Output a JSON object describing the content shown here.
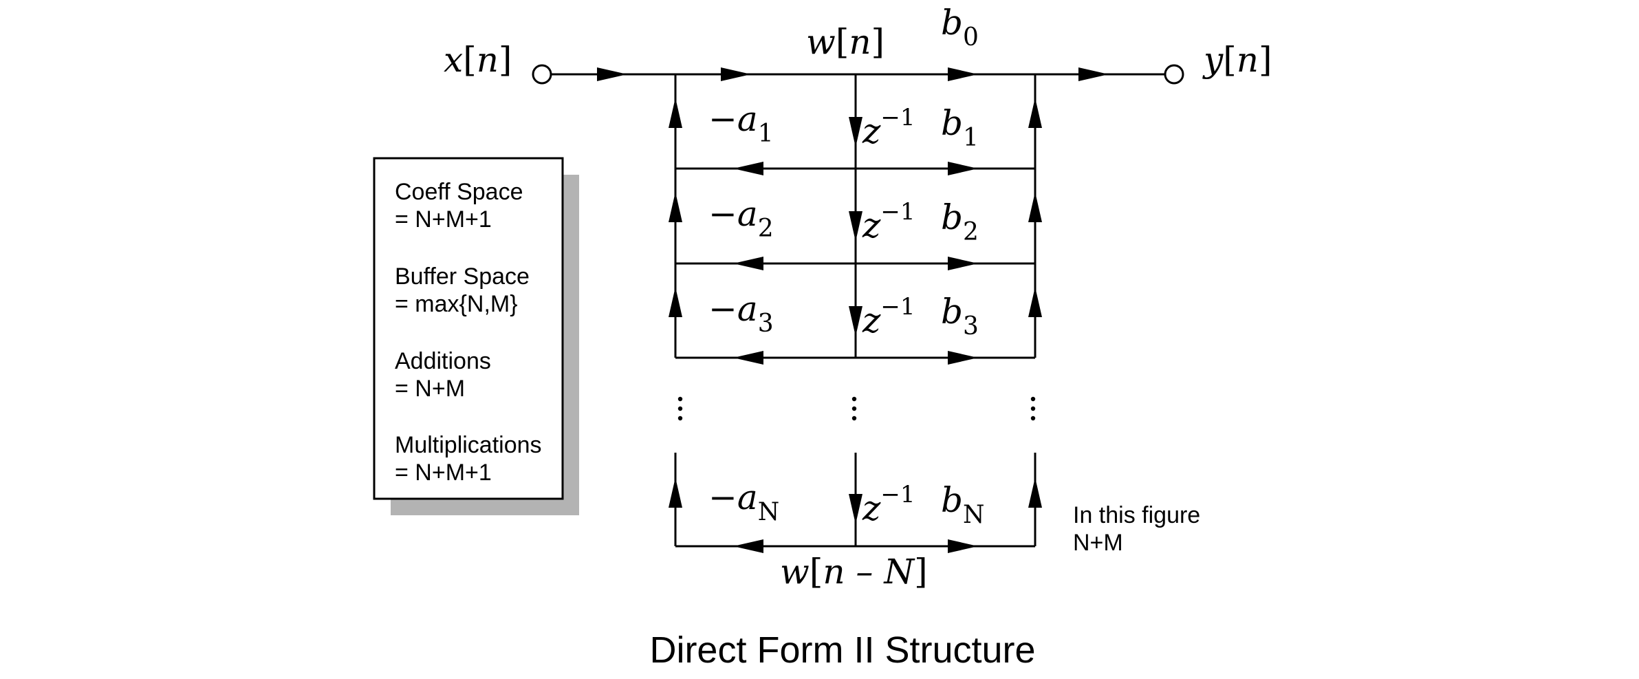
{
  "title": "Direct Form II Structure",
  "signals": {
    "input": {
      "name": "x",
      "arg": "n"
    },
    "output": {
      "name": "y",
      "arg": "n"
    },
    "state_top": {
      "name": "w",
      "arg": "n"
    },
    "state_bottom": {
      "name": "w",
      "arg": "n – N"
    }
  },
  "delay": {
    "base": "z",
    "exponent": "−1"
  },
  "feedback_coeffs": [
    {
      "prefix": "−a",
      "sub": "1"
    },
    {
      "prefix": "−a",
      "sub": "2"
    },
    {
      "prefix": "−a",
      "sub": "3"
    },
    {
      "prefix": "−a",
      "sub": "N"
    }
  ],
  "feedforward_coeffs": [
    {
      "prefix": "b",
      "sub": "0"
    },
    {
      "prefix": "b",
      "sub": "1"
    },
    {
      "prefix": "b",
      "sub": "2"
    },
    {
      "prefix": "b",
      "sub": "3"
    },
    {
      "prefix": "b",
      "sub": "N"
    }
  ],
  "info_box": [
    {
      "label": "Coeff Space",
      "value": "= N+M+1"
    },
    {
      "label": "Buffer Space",
      "value": "= max{N,M}"
    },
    {
      "label": "Additions",
      "value": "= N+M"
    },
    {
      "label": "Multiplications",
      "value": "= N+M+1"
    }
  ],
  "note": {
    "line1": "In this figure",
    "line2": "N+M"
  }
}
